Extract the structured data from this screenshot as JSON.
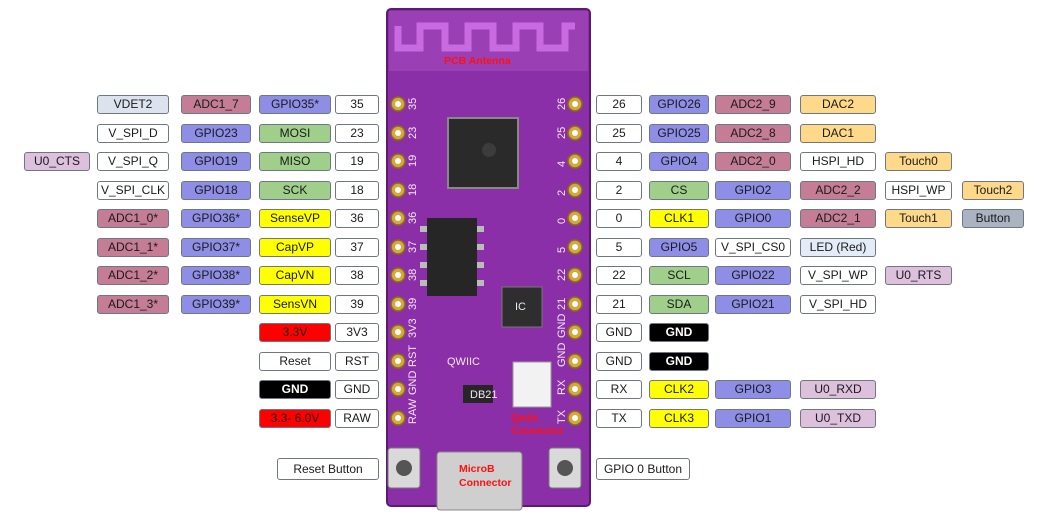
{
  "colors": {
    "board": "#8b2fa8",
    "pink": "#c47d95",
    "purple": "#8e8ee6",
    "green": "#9fcf8a",
    "yellow": "#ffff00",
    "red": "#ff0000",
    "black": "#000000",
    "orange": "#ffd98a",
    "lavender": "#dcc0dc"
  },
  "board": {
    "antenna_label": "PCB Antenna",
    "qwiic_label_1": "Qwiic",
    "qwiic_label_2": "Connector",
    "microb_label_1": "MicroB",
    "microb_label_2": "Connector",
    "silk_qwiic": "QWIIC",
    "left_pins": [
      "35",
      "23",
      "19",
      "18",
      "36",
      "37",
      "38",
      "39",
      "3V3",
      "RST",
      "GND",
      "RAW"
    ],
    "right_pins": [
      "26",
      "25",
      "4",
      "2",
      "0",
      "5",
      "22",
      "21",
      "GND",
      "GND",
      "RX",
      "TX"
    ],
    "chip_marks": [
      "IC",
      "DB21"
    ]
  },
  "left": {
    "rows": [
      [
        "VDET2",
        "ADC1_7",
        "GPIO35*",
        "35"
      ],
      [
        "V_SPI_D",
        "GPIO23",
        "MOSI",
        "23"
      ],
      [
        "U0_CTS",
        "V_SPI_Q",
        "GPIO19",
        "MISO",
        "19"
      ],
      [
        "V_SPI_CLK",
        "GPIO18",
        "SCK",
        "18"
      ],
      [
        "ADC1_0*",
        "GPIO36*",
        "SenseVP",
        "36"
      ],
      [
        "ADC1_1*",
        "GPIO37*",
        "CapVP",
        "37"
      ],
      [
        "ADC1_2*",
        "GPIO38*",
        "CapVN",
        "38"
      ],
      [
        "ADC1_3*",
        "GPIO39*",
        "SensVN",
        "39"
      ],
      [
        "3.3V",
        "3V3"
      ],
      [
        "Reset",
        "RST"
      ],
      [
        "GND",
        "GND"
      ],
      [
        "3.3- 6.0V",
        "RAW"
      ]
    ]
  },
  "right": {
    "rows": [
      [
        "26",
        "GPIO26",
        "ADC2_9",
        "DAC2"
      ],
      [
        "25",
        "GPIO25",
        "ADC2_8",
        "DAC1"
      ],
      [
        "4",
        "GPIO4",
        "ADC2_0",
        "HSPI_HD",
        "Touch0"
      ],
      [
        "2",
        "CS",
        "GPIO2",
        "ADC2_2",
        "HSPI_WP",
        "Touch2"
      ],
      [
        "0",
        "CLK1",
        "GPIO0",
        "ADC2_1",
        "Touch1",
        "Button"
      ],
      [
        "5",
        "GPIO5",
        "V_SPI_CS0",
        "LED (Red)"
      ],
      [
        "22",
        "SCL",
        "GPIO22",
        "V_SPI_WP",
        "U0_RTS"
      ],
      [
        "21",
        "SDA",
        "GPIO21",
        "V_SPI_HD"
      ],
      [
        "GND",
        "GND"
      ],
      [
        "GND",
        "GND"
      ],
      [
        "RX",
        "CLK2",
        "GPIO3",
        "U0_RXD"
      ],
      [
        "TX",
        "CLK3",
        "GPIO1",
        "U0_TXD"
      ]
    ]
  },
  "buttons": {
    "reset": "Reset Button",
    "gpio0": "GPIO 0 Button"
  }
}
